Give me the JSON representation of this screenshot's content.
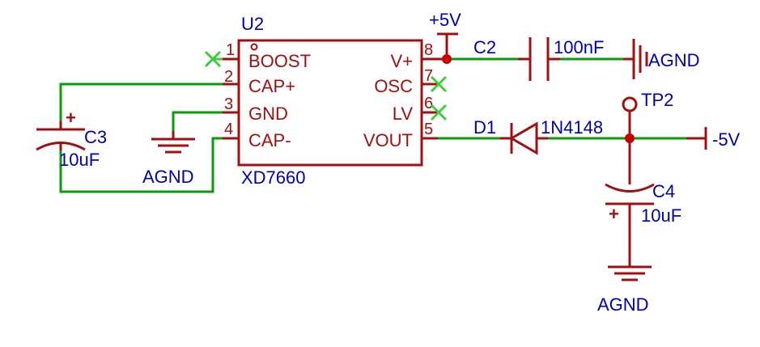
{
  "colors": {
    "component": "#a01010",
    "wire": "#0b9a0b",
    "label": "#0000aa",
    "no_connect": "#3ccc3c",
    "junction": "#c80000"
  },
  "u2": {
    "ref": "U2",
    "value": "XD7660",
    "pins": [
      {
        "num": "1",
        "name": "BOOST"
      },
      {
        "num": "2",
        "name": "CAP+"
      },
      {
        "num": "3",
        "name": "GND"
      },
      {
        "num": "4",
        "name": "CAP-"
      },
      {
        "num": "8",
        "name": "V+"
      },
      {
        "num": "7",
        "name": "OSC"
      },
      {
        "num": "6",
        "name": "LV"
      },
      {
        "num": "5",
        "name": "VOUT"
      }
    ]
  },
  "c2": {
    "ref": "C2",
    "value": "100nF"
  },
  "c3": {
    "ref": "C3",
    "value": "10uF",
    "polarity": "+"
  },
  "c4": {
    "ref": "C4",
    "value": "10uF",
    "polarity": "+"
  },
  "d1": {
    "ref": "D1",
    "value": "1N4148"
  },
  "tp2": {
    "ref": "TP2"
  },
  "nets": {
    "vplus": "+5V",
    "vminus": "-5V",
    "agnd": "AGND"
  }
}
